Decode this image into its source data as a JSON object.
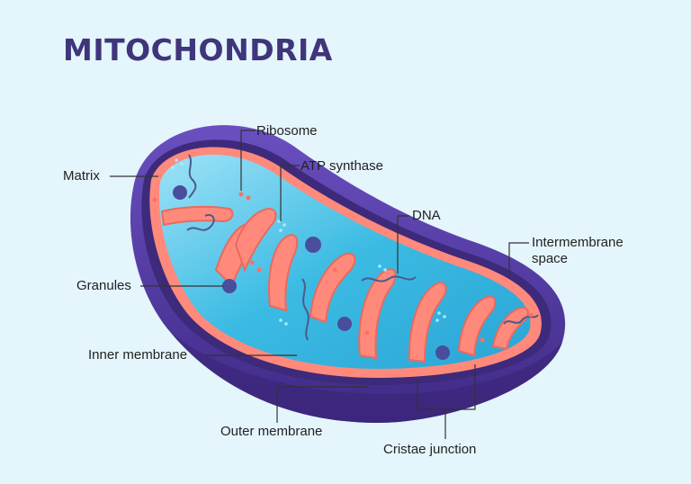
{
  "title": "MITOCHONDRIA",
  "labels": {
    "ribosome": "Ribosome",
    "atp_synthase": "ATP synthase",
    "matrix": "Matrix",
    "dna": "DNA",
    "intermembrane_space_line1": "Intermembrane",
    "intermembrane_space_line2": "space",
    "granules": "Granules",
    "inner_membrane": "Inner membrane",
    "outer_membrane": "Outer membrane",
    "cristae_junction": "Cristae junction"
  },
  "colors": {
    "background": "#e4f5fc",
    "title": "#3f357a",
    "outer_membrane": "#5a3ea8",
    "outer_membrane_dark": "#3b2577",
    "intermembrane": "#3d2a7a",
    "inner_membrane": "#ff8a7c",
    "matrix": "#35b7e0",
    "matrix_light": "#8fdcf4",
    "granule": "#4a4d9c",
    "ribosome": "#ff6f61",
    "dna": "#4d5a8c",
    "atp": "#a6ecff"
  }
}
